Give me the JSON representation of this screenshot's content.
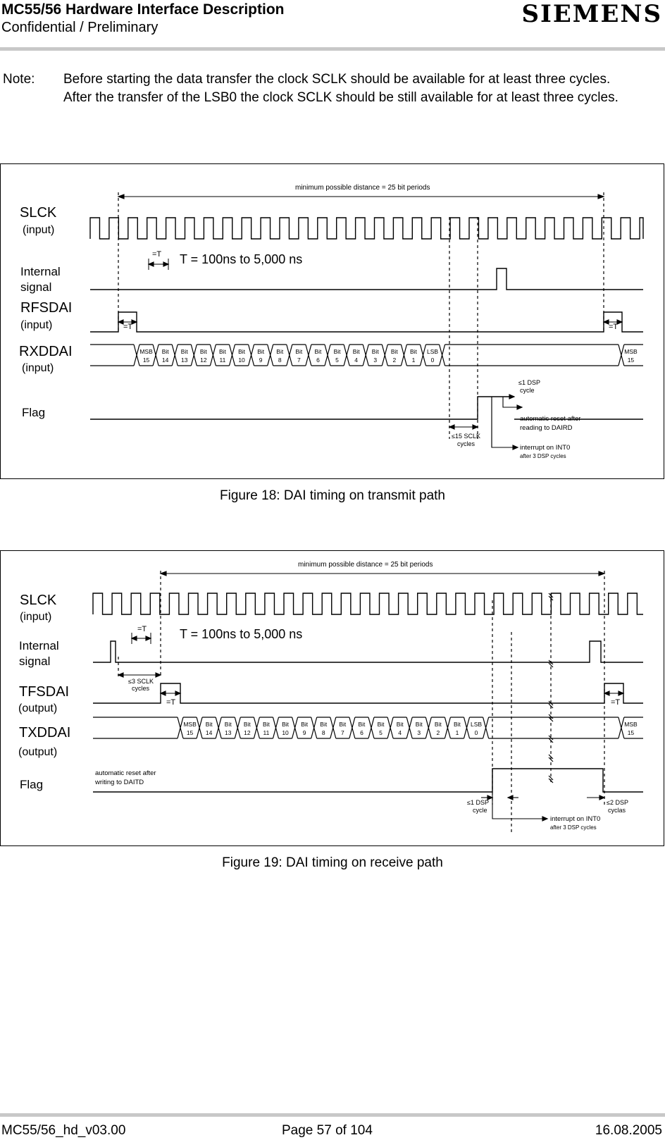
{
  "header": {
    "title": "MC55/56 Hardware Interface Description",
    "subtitle": "Confidential / Preliminary",
    "logo": "SIEMENS"
  },
  "note": {
    "label": "Note:",
    "line1": "Before starting the data transfer the clock SCLK should be available for at least three cycles.",
    "line2": "After the transfer of the LSB0 the clock SCLK should be still available for at least three cycles."
  },
  "figure18": {
    "caption": "Figure 18: DAI timing on transmit path",
    "top_annotation": "minimum possible distance = 25 bit  periods",
    "period_text": "T = 100ns to 5,000 ns",
    "eq_t": "=T",
    "signals": [
      {
        "name": "SLCK",
        "dir": "(input)"
      },
      {
        "name": "Internal",
        "dir": "signal"
      },
      {
        "name": "RFSDAI",
        "dir": "(input)"
      },
      {
        "name": "RXDDAI",
        "dir": "(input)"
      },
      {
        "name": "Flag",
        "dir": ""
      }
    ],
    "bits": [
      [
        "MSB",
        "15"
      ],
      [
        "Bit",
        "14"
      ],
      [
        "Bit",
        "13"
      ],
      [
        "Bit",
        "12"
      ],
      [
        "Bit",
        "11"
      ],
      [
        "Bit",
        "10"
      ],
      [
        "Bit",
        "9"
      ],
      [
        "Bit",
        "8"
      ],
      [
        "Bit",
        "7"
      ],
      [
        "Bit",
        "6"
      ],
      [
        "Bit",
        "5"
      ],
      [
        "Bit",
        "4"
      ],
      [
        "Bit",
        "3"
      ],
      [
        "Bit",
        "2"
      ],
      [
        "Bit",
        "1"
      ],
      [
        "LSB",
        "0"
      ]
    ],
    "end_bit": [
      "MSB",
      "15"
    ],
    "notes": {
      "dsp1": [
        "≤1 DSP",
        "cycle"
      ],
      "reset": [
        "automatic reset after",
        "reading to DAIRD"
      ],
      "sclk15": [
        "≤15 SCLK",
        "cycles"
      ],
      "interrupt": [
        "interrupt on INT0",
        "after 3 DSP cycles"
      ]
    }
  },
  "figure19": {
    "caption": "Figure 19: DAI timing on receive path",
    "top_annotation": "minimum possible distance = 25 bit  periods",
    "period_text": "T = 100ns to 5,000 ns",
    "eq_t": "=T",
    "signals": [
      {
        "name": "SLCK",
        "dir": "(input)"
      },
      {
        "name": "Internal",
        "dir": "signal"
      },
      {
        "name": "TFSDAI",
        "dir": "(output)"
      },
      {
        "name": "TXDDAI",
        "dir": "(output)"
      },
      {
        "name": "Flag",
        "dir": ""
      }
    ],
    "bits": [
      [
        "MSB",
        "15"
      ],
      [
        "Bit",
        "14"
      ],
      [
        "Bit",
        "13"
      ],
      [
        "Bit",
        "12"
      ],
      [
        "Bit",
        "11"
      ],
      [
        "Bit",
        "10"
      ],
      [
        "Bit",
        "9"
      ],
      [
        "Bit",
        "8"
      ],
      [
        "Bit",
        "7"
      ],
      [
        "Bit",
        "6"
      ],
      [
        "Bit",
        "5"
      ],
      [
        "Bit",
        "4"
      ],
      [
        "Bit",
        "3"
      ],
      [
        "Bit",
        "2"
      ],
      [
        "Bit",
        "1"
      ],
      [
        "LSB",
        "0"
      ]
    ],
    "end_bit": [
      "MSB",
      "15"
    ],
    "notes": {
      "sclk3": [
        "≤3 SCLK",
        "cycles"
      ],
      "reset": [
        "automatic reset after",
        "writing to DAITD"
      ],
      "dsp1": [
        "≤1 DSP",
        "cycle"
      ],
      "dsp2": [
        "≤2 DSP",
        "cyclas"
      ],
      "interrupt": [
        "interrupt on INT0",
        "after 3 DSP cycles"
      ]
    }
  },
  "footer": {
    "left": "MC55/56_hd_v03.00",
    "center": "Page 57 of 104",
    "right": "16.08.2005"
  }
}
